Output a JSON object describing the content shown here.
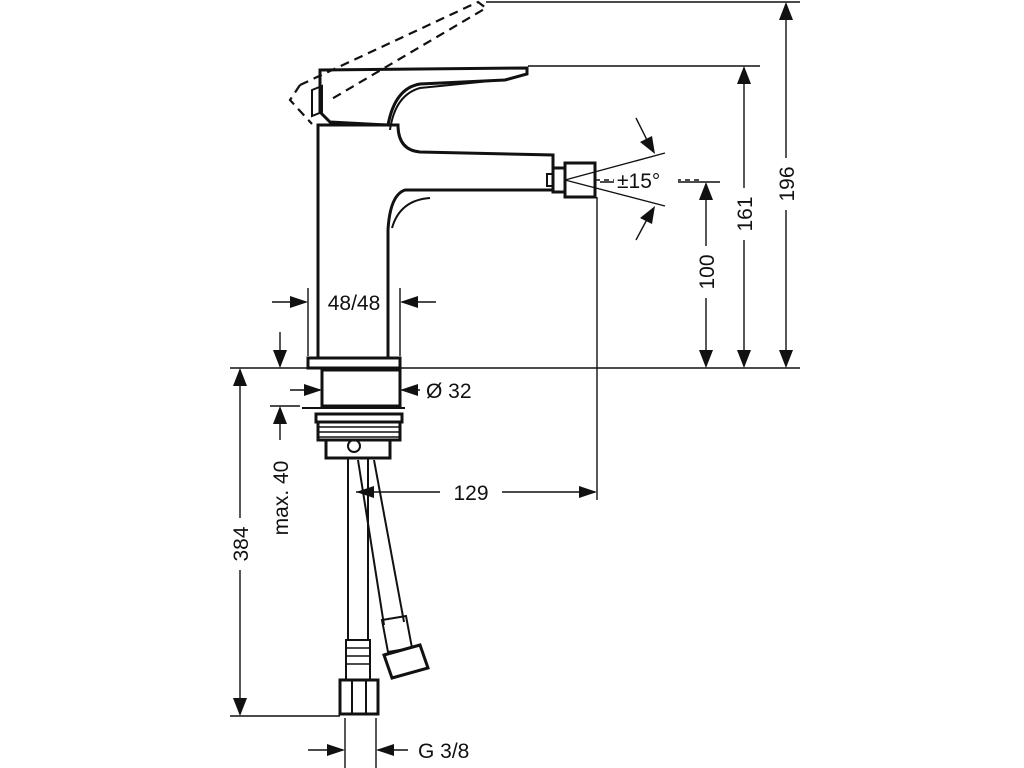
{
  "dimensions": {
    "total_height": "196",
    "spout_top_height": "161",
    "spout_outlet_height": "100",
    "body_width": "48/48",
    "hole_diameter": "Ø 32",
    "spout_reach": "129",
    "max_deck_thickness": "max. 40",
    "hose_length": "384",
    "connection_thread": "G 3/8",
    "spray_angle": "±15°"
  }
}
